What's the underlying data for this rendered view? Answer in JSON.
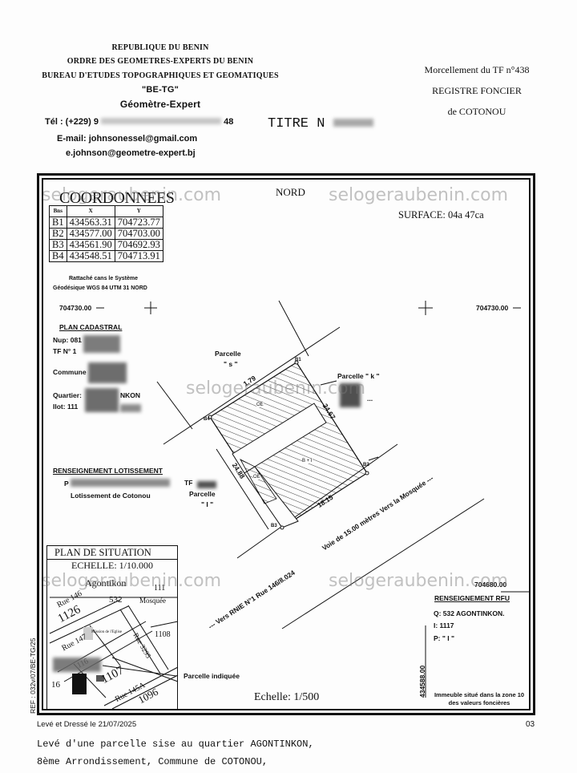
{
  "header": {
    "republic": "REPUBLIQUE DU BENIN",
    "order": "ORDRE DES GEOMETRES-EXPERTS DU BENIN",
    "bureau": "BUREAU D'ETUDES TOPOGRAPHIQUES ET GEOMATIQUES",
    "firm": "\"BE-TG\"",
    "role": "Géomètre-Expert",
    "tel_prefix": "Tél : (+229) 9",
    "tel_suffix": "48",
    "email1": "E-mail: johnsonessel@gmail.com",
    "email2": "e.johnson@geometre-expert.bj",
    "titre": "TITRE N",
    "morcellement": "Morcellement du TF n°438",
    "registre": "REGISTRE FONCIER",
    "de_cotonou": "de COTONOU"
  },
  "coords": {
    "title": "COORDONNEES",
    "headers": [
      "Bns",
      "X",
      "Y"
    ],
    "rows": [
      [
        "B1",
        "434563.31",
        "704723.77"
      ],
      [
        "B2",
        "434577.00",
        "704703.00"
      ],
      [
        "B3",
        "434561.90",
        "704692.93"
      ],
      [
        "B4",
        "434548.51",
        "704713.91"
      ]
    ],
    "rattache1": "Rattaché cans le Système",
    "rattache2": "Géodésique WGS 84 UTM 31 NORD"
  },
  "map": {
    "nord": "NORD",
    "surface": "SURFACE: 04a 47ca",
    "grid_left_top": "704730.00",
    "grid_right_top": "704730.00",
    "grid_right_bottom": "704680.00",
    "grid_x_bottom": "434588.00",
    "parcelle_s_label": "Parcelle",
    "parcelle_s_name": "\" s \"",
    "parcelle_k": "Parcelle \" k \"",
    "parcelle_k_dots": "...",
    "tf_label": "TF",
    "parcelle_i_label": "Parcelle",
    "parcelle_i_name": "\" I \"",
    "dim_top": "1.79",
    "dim_right": "24.67",
    "dim_left": "24.88",
    "dim_bottom": "18.15",
    "b1": "B1",
    "b2": "B2",
    "b3": "B3",
    "b4": "B4",
    "oe1": "OE",
    "oe2": "OE",
    "plus": "B + I",
    "voie": "Voie de 15.00 mètres Vers la Mosquée ---",
    "rue": "--- Vers RNIE N°1  Rue 146/8.024",
    "echelle": "Echelle:  1/500",
    "parcelle_indiquee": "Parcelle indiquée"
  },
  "cadastral": {
    "title": "PLAN CADASTRAL",
    "nup": "Nup: 081",
    "tf": "TF N° 1",
    "commune": "Commune",
    "quartier": "Quartier:",
    "quartier_end": "NKON",
    "ilot": "Ilot: 111"
  },
  "lotissement": {
    "title": "RENSEIGNEMENT LOTISSEMENT",
    "line1": "P",
    "line2": "Lotissement de Cotonou"
  },
  "situation": {
    "title": "PLAN DE SITUATION",
    "echelle": "ECHELLE: 1/10.000",
    "agontikon": "Agontikon",
    "n1": "1126",
    "n2": "1107",
    "n3": "1096",
    "n4": "1108",
    "n5": "532",
    "n6": "111",
    "n7": "116",
    "n8": "16",
    "mosquee": "Mosquée",
    "rue146": "Rue 146",
    "rue147": "Rue 147",
    "rue3295": "Rue 3295",
    "rue145a": "Rue 145A",
    "mission": "Mission de l'Eglise"
  },
  "rfu": {
    "title": "RENSEIGNEMENT RFU",
    "q": "Q:  532 AGONTINKON.",
    "i": "I: 1117",
    "p": "P: \" I \""
  },
  "immeuble": "Immeuble situé dans la zone 10 des valeurs foncières",
  "ref": "REF : 032v/07/BE-TG/25",
  "footer": {
    "leve": "Levé et Dressé le 21/07/2025",
    "page": "03",
    "line1": "Levé d'une parcelle sise au quartier AGONTINKON,",
    "line2": "8ème Arrondissement, Commune de COTONOU,"
  },
  "watermarks": [
    "selogeraubenin.com",
    "selogeraubenin.com",
    "selogeraubenin.com",
    "selogeraubenin.com",
    "selogeraubenin.com"
  ]
}
